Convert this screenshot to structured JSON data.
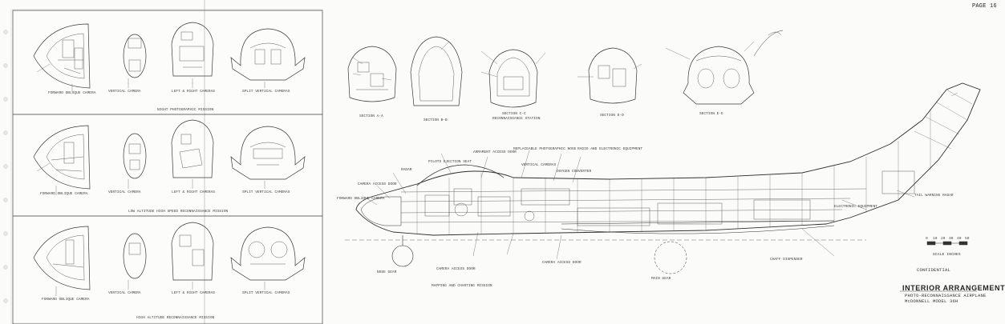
{
  "sheet": {
    "page_number": "PAGE 16",
    "title_block": {
      "title": "INTERIOR  ARRANGEMENT",
      "subtitle_line1": "PHOTO-RECONNAISSANCE AIRPLANE",
      "subtitle_line2": "McDONNELL   MODEL 36H"
    },
    "confidential": "CONFIDENTIAL",
    "scale_label": "SCALE      INCHES",
    "scale_ticks": [
      "0",
      "10",
      "20",
      "30",
      "40",
      "50"
    ]
  },
  "left_panel": {
    "rows": [
      {
        "mission": "NIGHT PHOTOGRAPHIC MISSION"
      },
      {
        "mission": "LOW ALTITUDE HIGH SPEED RECONNAISSANCE MISSION"
      },
      {
        "mission": "HIGH ALTITUDE RECONNAISSANCE MISSION"
      }
    ],
    "callouts": [
      "FORWARD OBLIQUE CAMERA",
      "VERTICAL CAMERA",
      "LEFT & RIGHT CAMERAS",
      "SPLIT VERTICAL CAMERAS"
    ]
  },
  "sections": [
    {
      "label": "SECTION  A-A"
    },
    {
      "label": "SECTION  B-B"
    },
    {
      "label": "RECONNAISSANCE STATION"
    },
    {
      "label": "SECTION  D-D"
    },
    {
      "label": "SECTION  E-E"
    }
  ],
  "section_c": {
    "label": "SECTION  C-C"
  },
  "side_view": {
    "mission": "MAPPING AND CHARTING MISSION",
    "callouts": [
      "RADAR",
      "CAMERA ACCESS DOOR",
      "PILOTS EJECTION SEAT",
      "ARMAMENT ACCESS DOOR",
      "REPLACEABLE PHOTOGRAPHIC NOSE",
      "RADIO AND ELECTRONIC EQUIPMENT",
      "FORWARD OBLIQUE CAMERA",
      "VERTICAL CAMERAS",
      "OXYGEN CONVERTER",
      "CAMERA ACCESS DOOR",
      "CAMERA ACCESS DOOR",
      "CHAFF DISPENSER",
      "ELECTRONIC EQUIPMENT",
      "TAIL WARNING RADAR",
      "NOSE GEAR",
      "MAIN GEAR"
    ]
  }
}
